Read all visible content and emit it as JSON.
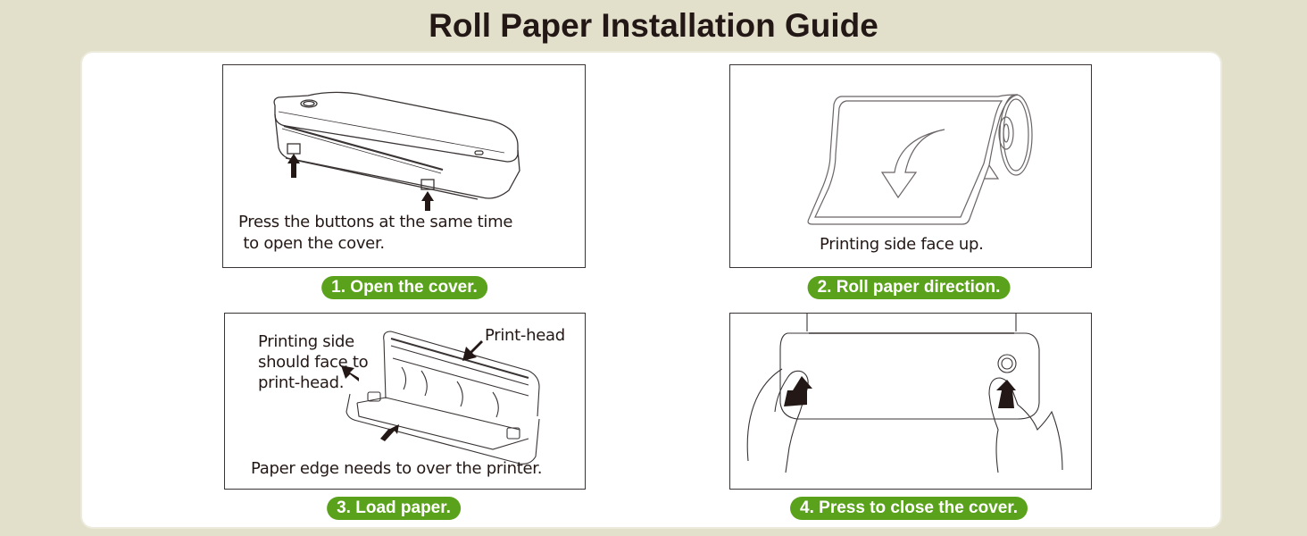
{
  "title": "Roll Paper Installation Guide",
  "colors": {
    "background": "#e2dfcb",
    "card": "#ffffff",
    "badge": "#5ba21c",
    "text": "#231815"
  },
  "steps": [
    {
      "badge": "1. Open the cover.",
      "caption_line1": "Press the buttons at the same time",
      "caption_line2": " to open the cover.",
      "illustration": "closed-printer-with-side-buttons-icon"
    },
    {
      "badge": "2. Roll paper direction.",
      "caption": "Printing side face up.",
      "illustration": "paper-roll-with-curved-arrow-icon"
    },
    {
      "badge": "3. Load paper.",
      "label_left_line1": "Printing side",
      "label_left_line2": "should face to",
      "label_left_line3": "print-head.",
      "label_right": "Print-head",
      "caption": "Paper edge needs to over the printer.",
      "illustration": "open-printer-with-paper-icon"
    },
    {
      "badge": "4. Press to close the cover.",
      "illustration": "hands-pressing-cover-icon"
    }
  ]
}
